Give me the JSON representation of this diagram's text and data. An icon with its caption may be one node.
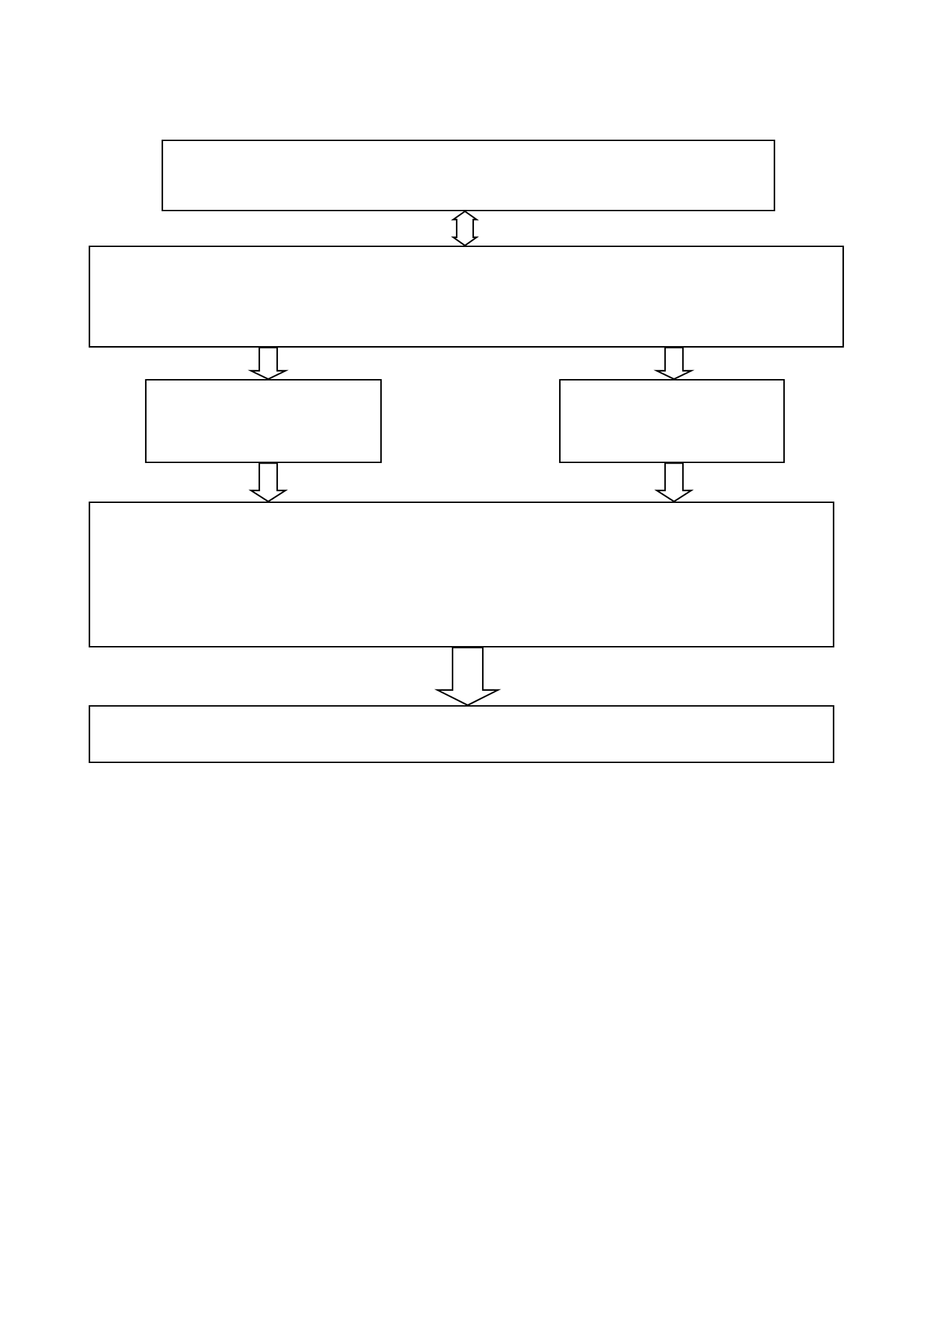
{
  "diagram": {
    "nodes": [
      {
        "text": [],
        "shape": "box"
      },
      {
        "text": [],
        "shape": "box"
      },
      {
        "text": [],
        "shape": "box"
      },
      {
        "text": [],
        "shape": "box"
      },
      {
        "text": [],
        "shape": "box"
      },
      {
        "text": [],
        "shape": "box"
      }
    ],
    "edges": [
      {
        "from": 0,
        "to": 1,
        "arrow": "both"
      },
      {
        "from": 1,
        "to": 2,
        "arrow": "to"
      },
      {
        "from": 1,
        "to": 3,
        "arrow": "to"
      },
      {
        "from": 2,
        "to": 4,
        "arrow": "to"
      },
      {
        "from": 3,
        "to": 4,
        "arrow": "to"
      },
      {
        "from": 4,
        "to": 5,
        "arrow": "to"
      }
    ]
  }
}
